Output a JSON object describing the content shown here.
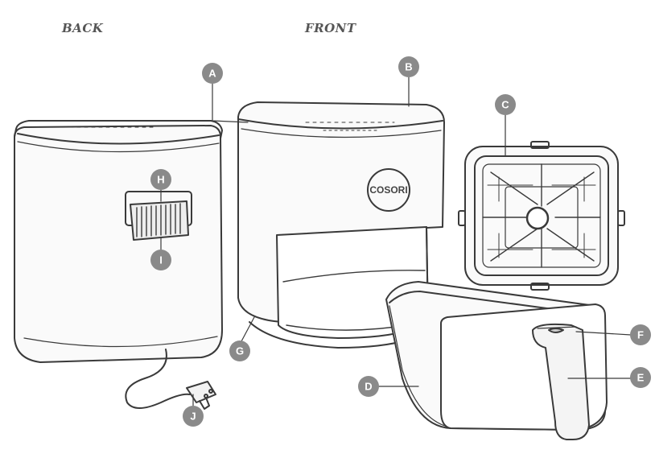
{
  "views": {
    "back": "BACK",
    "front": "FRONT"
  },
  "brand": "COSORI",
  "callouts": [
    "A",
    "B",
    "C",
    "D",
    "E",
    "F",
    "G",
    "H",
    "I",
    "J"
  ]
}
